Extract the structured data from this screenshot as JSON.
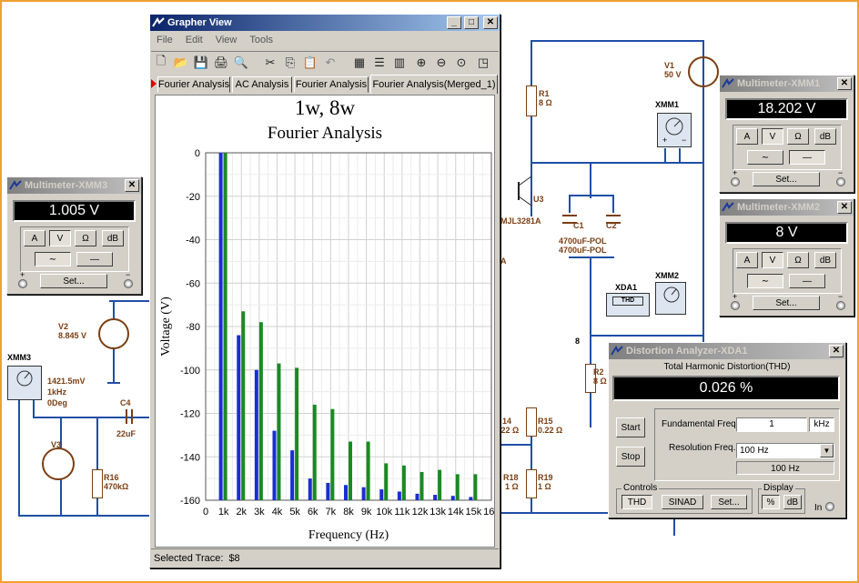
{
  "schematic": {
    "labels": {
      "v1": "V1",
      "v1_val": "50 V",
      "r1": "R1",
      "r1_val": "8 Ω",
      "u3": "U3",
      "u3_val": "MJL3281A",
      "c1": "C1",
      "c1_val": "4700uF-POL",
      "c2": "C2",
      "c2_val": "4700uF-POL",
      "xmm1": "XMM1",
      "xmm2": "XMM2",
      "xmm3": "XMM3",
      "xda1": "XDA1",
      "v2": "V2",
      "v2_val": "8.845 V",
      "v3": "V3",
      "v3_amp": "1421.5mV",
      "v3_freq": "1kHz",
      "v3_phase": "0Deg",
      "c4": "C4",
      "c4_val": "22uF",
      "r16": "R16",
      "r16_val": "470kΩ",
      "r2": "R2",
      "r2_val": "8 Ω",
      "r14": "14",
      "r14_val": ".22 Ω",
      "r15": "R15",
      "r15_val": "0.22 Ω",
      "r18": "R18",
      "r18_val": "1 Ω",
      "r19": "R19",
      "r19_val": "1 Ω",
      "node8": "8",
      "a_fragment": "A",
      "thd_box": "THD"
    }
  },
  "grapher": {
    "title": "Grapher View",
    "menu": [
      "File",
      "Edit",
      "View",
      "Tools"
    ],
    "tabs": [
      "Fourier Analysis",
      "AC Analysis",
      "Fourier Analysis",
      "Fourier Analysis(Merged_1)"
    ],
    "active_tab": 3,
    "status_label": "Selected Trace:",
    "status_value": "$8",
    "titlebar_buttons": [
      "_",
      "□",
      "✕"
    ]
  },
  "chart_data": {
    "type": "bar",
    "title": "1w, 8w",
    "subtitle": "Fourier Analysis",
    "xlabel": "Frequency (Hz)",
    "ylabel": "Voltage (V)",
    "ylim": [
      -160,
      0
    ],
    "yticks": [
      0,
      -20,
      -40,
      -60,
      -80,
      -100,
      -120,
      -140,
      -160
    ],
    "categories": [
      "1k",
      "2k",
      "3k",
      "4k",
      "5k",
      "6k",
      "7k",
      "8k",
      "9k",
      "10k",
      "11k",
      "12k",
      "13k",
      "14k",
      "15k"
    ],
    "xtick_labels": [
      "0",
      "1k",
      "2k",
      "3k",
      "4k",
      "5k",
      "6k",
      "7k",
      "8k",
      "9k",
      "10k",
      "11k",
      "12k",
      "13k",
      "14k",
      "15k",
      "16k"
    ],
    "xlim": [
      0,
      16
    ],
    "grid": true,
    "series": [
      {
        "color": "#1a2ed1",
        "values": [
          0,
          -84,
          -100,
          -128,
          -137,
          -150,
          -152,
          -153,
          -154,
          -155,
          -156,
          -157,
          -157.5,
          -158,
          -158.5
        ]
      },
      {
        "color": "#1a8a22",
        "values": [
          0,
          -73,
          -78,
          -97,
          -99,
          -116,
          -118,
          -133,
          -133,
          -143,
          -144,
          -147,
          -146,
          -148,
          -148
        ]
      }
    ]
  },
  "mm_xmm3": {
    "title": "Multimeter-XMM3",
    "reading": "1.005 V",
    "buttons": [
      "A",
      "V",
      "Ω",
      "dB"
    ],
    "set_label": "Set...",
    "plus": "+",
    "minus": "−"
  },
  "mm_xmm1": {
    "title": "Multimeter-XMM1",
    "reading": "18.202 V",
    "buttons": [
      "A",
      "V",
      "Ω",
      "dB"
    ],
    "set_label": "Set...",
    "plus": "+",
    "minus": "−"
  },
  "mm_xmm2": {
    "title": "Multimeter-XMM2",
    "reading": "8 V",
    "buttons": [
      "A",
      "V",
      "Ω",
      "dB"
    ],
    "set_label": "Set...",
    "plus": "+",
    "minus": "−"
  },
  "distortion": {
    "title": "Distortion Analyzer-XDA1",
    "heading": "Total Harmonic Distortion(THD)",
    "reading": "0.026 %",
    "start_label": "Start",
    "stop_label": "Stop",
    "fund_label": "Fundamental Freq.",
    "fund_value": "1",
    "fund_unit": "kHz",
    "res_label": "Resolution Freq.",
    "res_value": "100 Hz",
    "res_display": "100 Hz",
    "controls_label": "Controls",
    "display_label": "Display",
    "thd_btn": "THD",
    "sinad_btn": "SINAD",
    "set_btn": "Set...",
    "pct_btn": "%",
    "db_btn": "dB",
    "in_label": "In"
  }
}
